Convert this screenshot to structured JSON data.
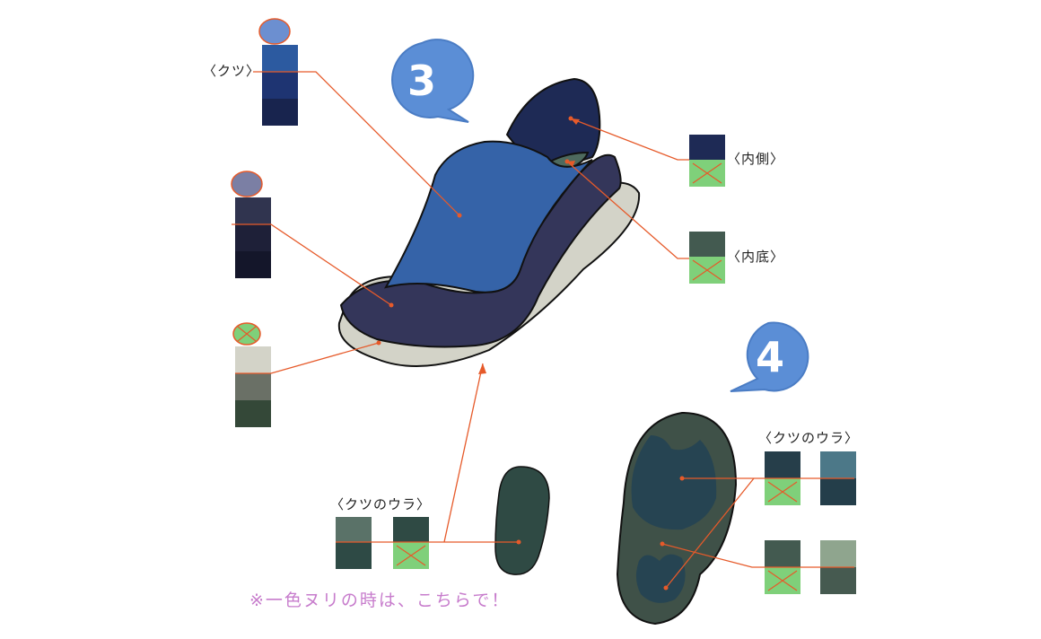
{
  "labels": {
    "kutsu": "〈クツ〉",
    "uchigawa": "〈内側〉",
    "uchizoko": "〈内底〉",
    "kutsu_no_ura_left": "〈クツのウラ〉",
    "kutsu_no_ura_right": "〈クツのウラ〉"
  },
  "badges": {
    "step3": "3",
    "step4": "4"
  },
  "note": "※一色ヌリの時は、こちらで！",
  "colors": {
    "shoe_upper": "#3563a8",
    "shoe_side": "#34365a",
    "shoe_inner": "#1e2a55",
    "insole": "#4e6a5e",
    "midsole": "#d3d3c8",
    "sole_outer": "#3f5148",
    "sole_pad": "#264452",
    "sole_mono": "#2f4a44",
    "badge": "#5b8ed6",
    "leader_line": "#e65a2a",
    "note_text": "#c77ccc",
    "swatch_x_fill": "#7fd07a"
  }
}
